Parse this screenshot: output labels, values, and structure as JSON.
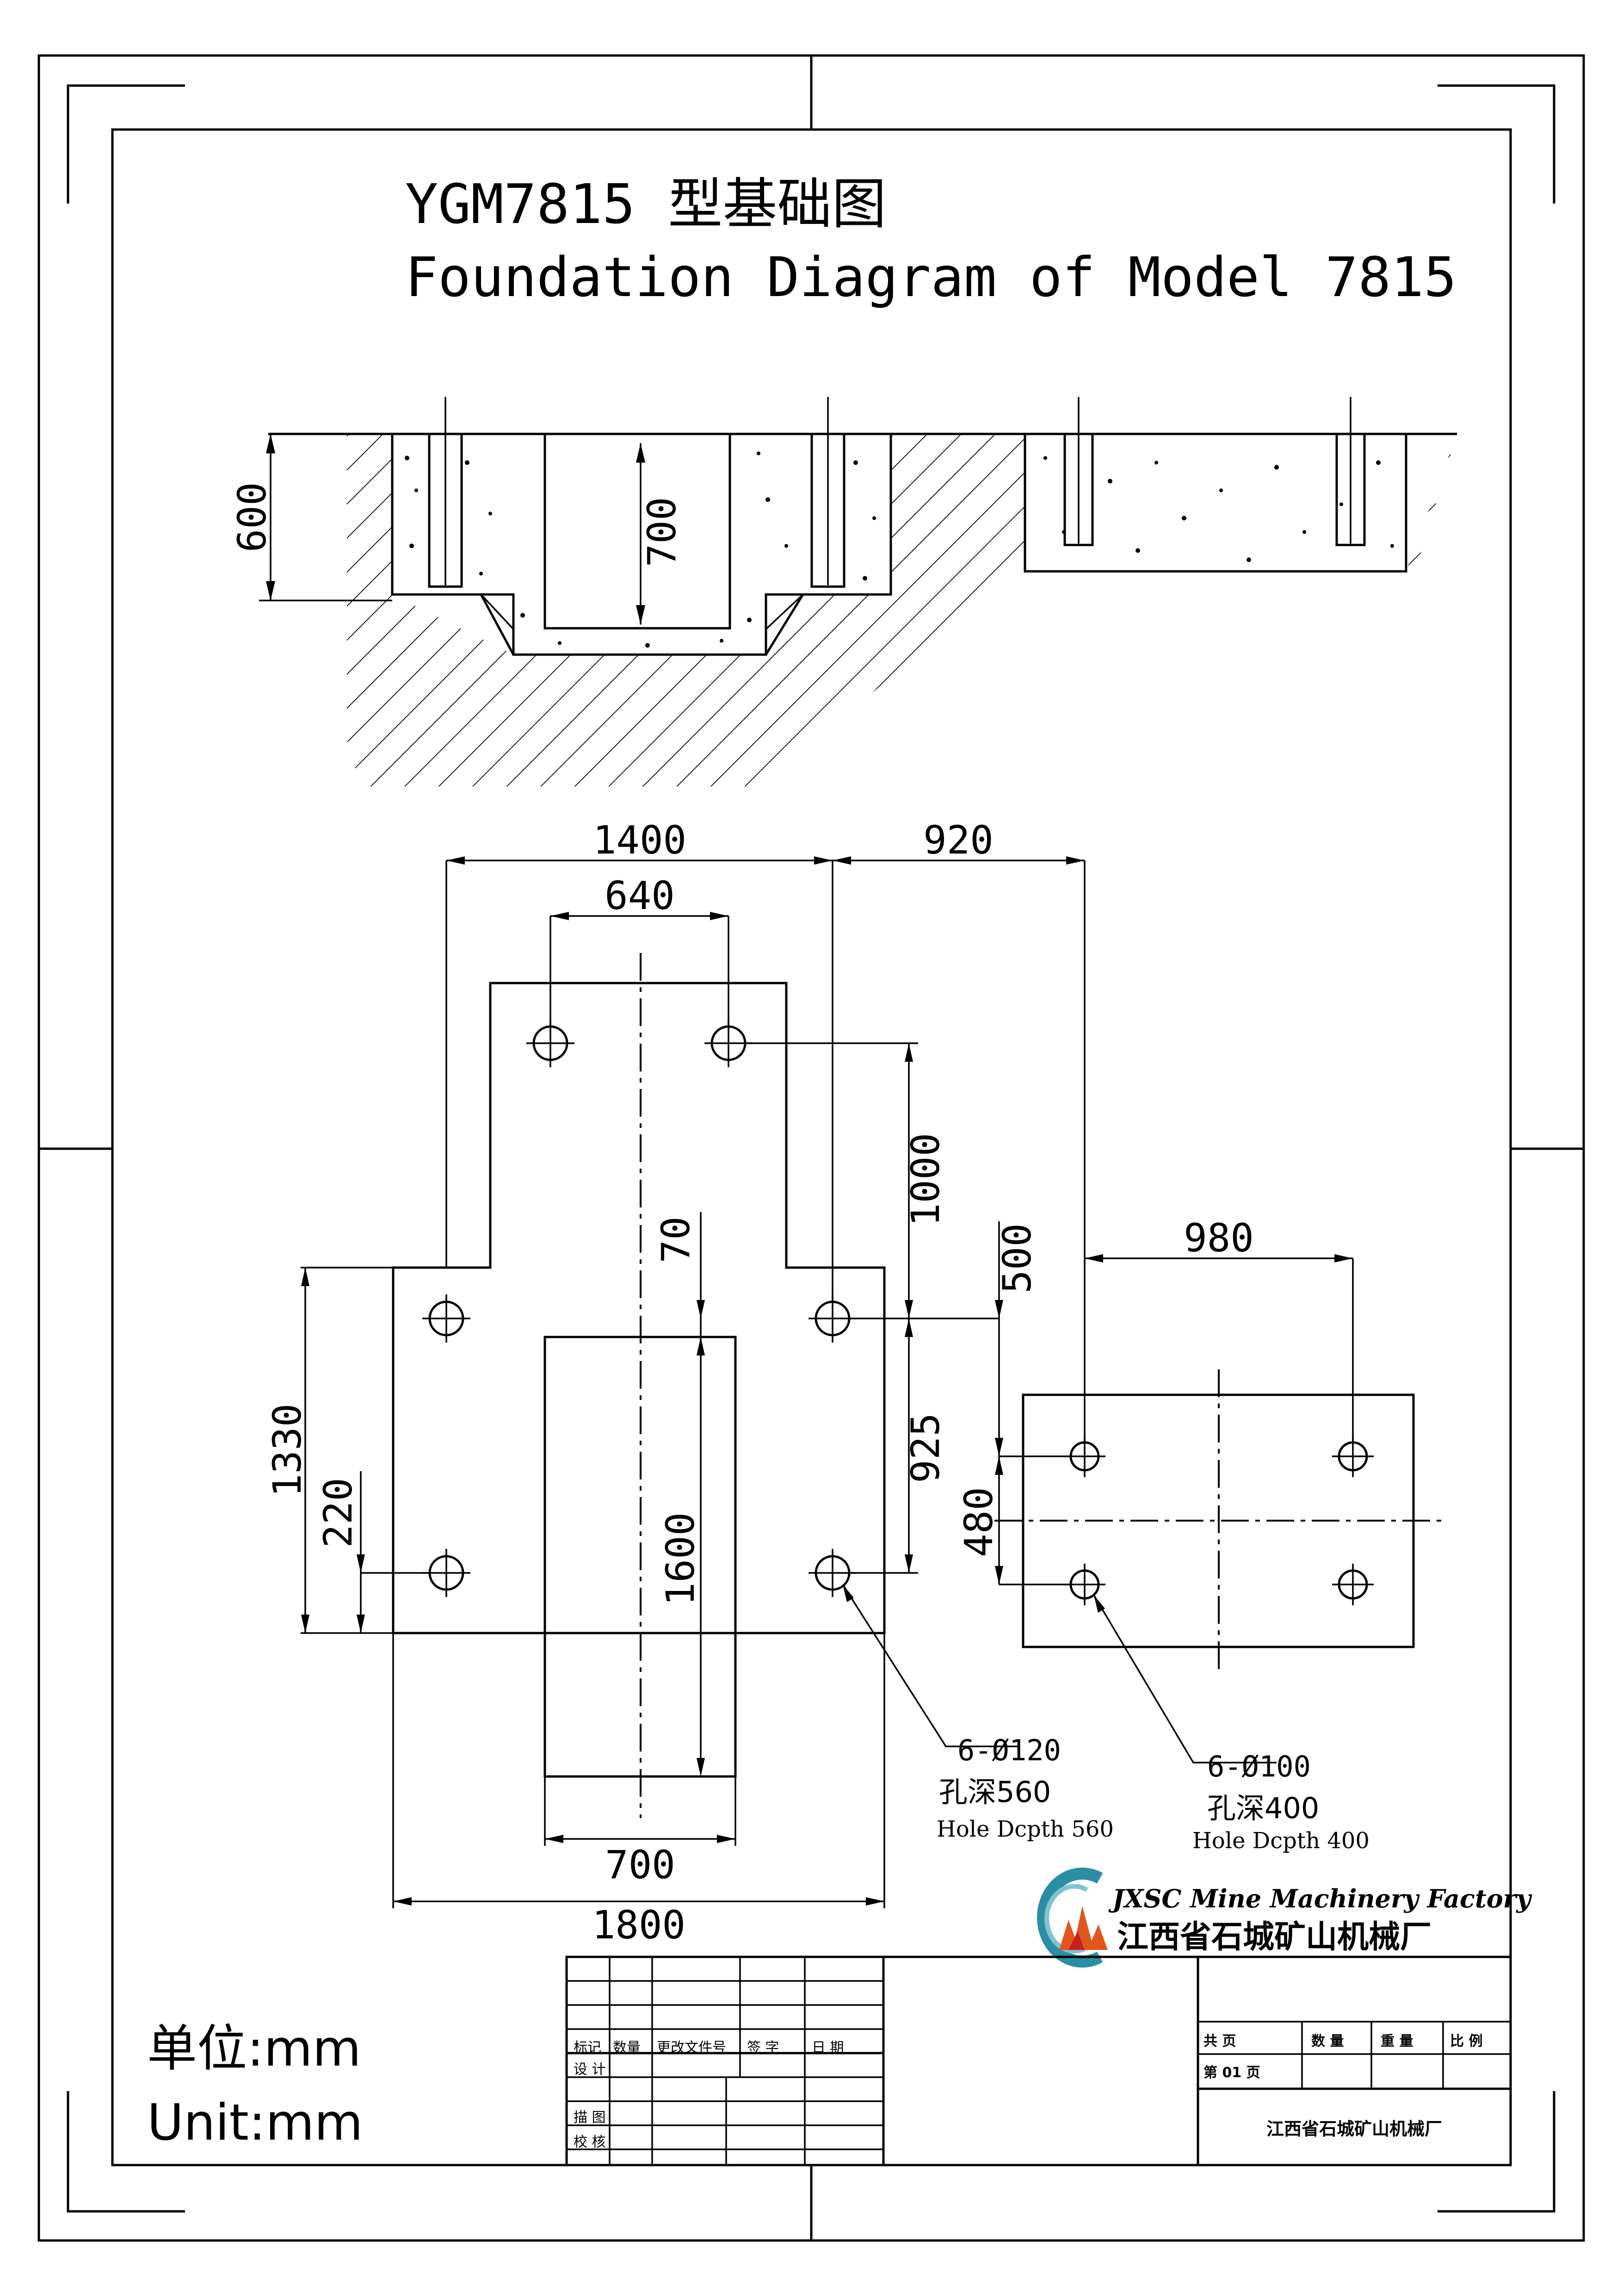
{
  "title": {
    "line1": "YGM7815  型基础图",
    "line2": "Foundation Diagram of Model 7815"
  },
  "section_view": {
    "dim_600": "600",
    "dim_700": "700"
  },
  "plan_view": {
    "dims": {
      "d1400": "1400",
      "d920": "920",
      "d640": "640",
      "d1000": "1000",
      "d70": "70",
      "d500": "500",
      "d980": "980",
      "d1330": "1330",
      "d220": "220",
      "d925": "925",
      "d1600": "1600",
      "d480": "480",
      "d700": "700",
      "d1800": "1800"
    },
    "note_left": {
      "holes": "6-Ø120",
      "depth_cn": "孔深560",
      "depth_en": "Hole Dcpth 560"
    },
    "note_right": {
      "holes": "6-Ø100",
      "depth_cn": "孔深400",
      "depth_en": "Hole Dcpth 400"
    }
  },
  "logo": {
    "name_en": "JXSC Mine Machinery Factory",
    "name_cn": "江西省石城矿山机械厂"
  },
  "units": {
    "cn": "单位:mm",
    "en": "Unit:mm"
  },
  "title_block": {
    "col_mark": "标记",
    "col_qty": "数量",
    "col_change_doc": "更改文件号",
    "col_signature": "签  字",
    "col_date": "日  期",
    "row_design": "设  计",
    "row_draw": "描  图",
    "row_check": "校  核",
    "total_pages": "共      页",
    "page_no": "第  01 页",
    "quantity": "数 量",
    "weight": "重 量",
    "scale": "比 例",
    "company": "江西省石城矿山机械厂"
  },
  "colors": {
    "ink": "#000000",
    "paper": "#ffffff",
    "logo_teal": "#2a8fa3",
    "logo_orange": "#e2561c",
    "logo_red": "#c8201e"
  }
}
